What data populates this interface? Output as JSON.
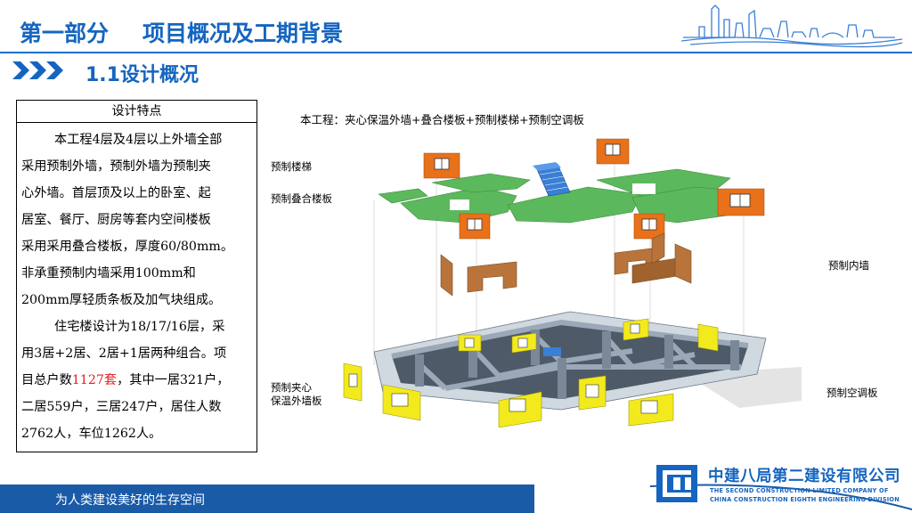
{
  "header": {
    "part": "第一部分",
    "title": "项目概况及工期背景"
  },
  "section": {
    "title": "1.1设计概况"
  },
  "spec_table": {
    "header": "设计特点",
    "lines": [
      {
        "text": "本工程4层及4层以上外墙全部",
        "indent": true
      },
      {
        "text": "采用预制外墙，预制外墙为预制夹",
        "indent": false
      },
      {
        "text": "心外墙。首层顶及以上的卧室、起",
        "indent": false
      },
      {
        "text": "居室、餐厅、厨房等套内空间楼板",
        "indent": false
      },
      {
        "text": "采用采用叠合楼板，厚度60/80mm。",
        "indent": false
      },
      {
        "text": "非承重预制内墙采用100mm和",
        "indent": false
      },
      {
        "text": "200mm厚轻质条板及加气块组成。",
        "indent": false
      },
      {
        "text": "住宅楼设计为18/17/16层，采",
        "indent": true
      },
      {
        "text": "用3居+2居、2居+1居两种组合。项",
        "indent": false
      }
    ],
    "line10_before": "目总户数",
    "line10_highlight": "1127套",
    "line10_after": "，其中一居321户，",
    "line11": "二居559户，三居247户，居住人数",
    "line12": "2762人，车位1262人。"
  },
  "diagram": {
    "caption": "本工程：夹心保温外墙+叠合楼板+预制楼梯+预制空调板",
    "labels": {
      "stairs": "预制楼梯",
      "slab": "预制叠合楼板",
      "inner_wall": "预制内墙",
      "outer_wall_1": "预制夹心",
      "outer_wall_2": "保温外墙板",
      "ac_board": "预制空调板"
    },
    "colors": {
      "slab": "#5cb85c",
      "stairs": "#3a7fd5",
      "outer_wall": "#e8711a",
      "inner_wall": "#b8743a",
      "yellow_wall": "#f2ea1c",
      "structure": "#8a98a8"
    }
  },
  "footer": {
    "slogan": "为人类建设美好的生存空间",
    "company_cn": "中建八局第二建设有限公司",
    "company_en1": "THE SECOND CONSTRUCTION LIMITED COMPANY OF",
    "company_en2": "CHINA CONSTRUCTION EIGHTH ENGINEERING DIVISION",
    "band_color": "#1a5ba8",
    "brand_color": "#1565c0"
  }
}
